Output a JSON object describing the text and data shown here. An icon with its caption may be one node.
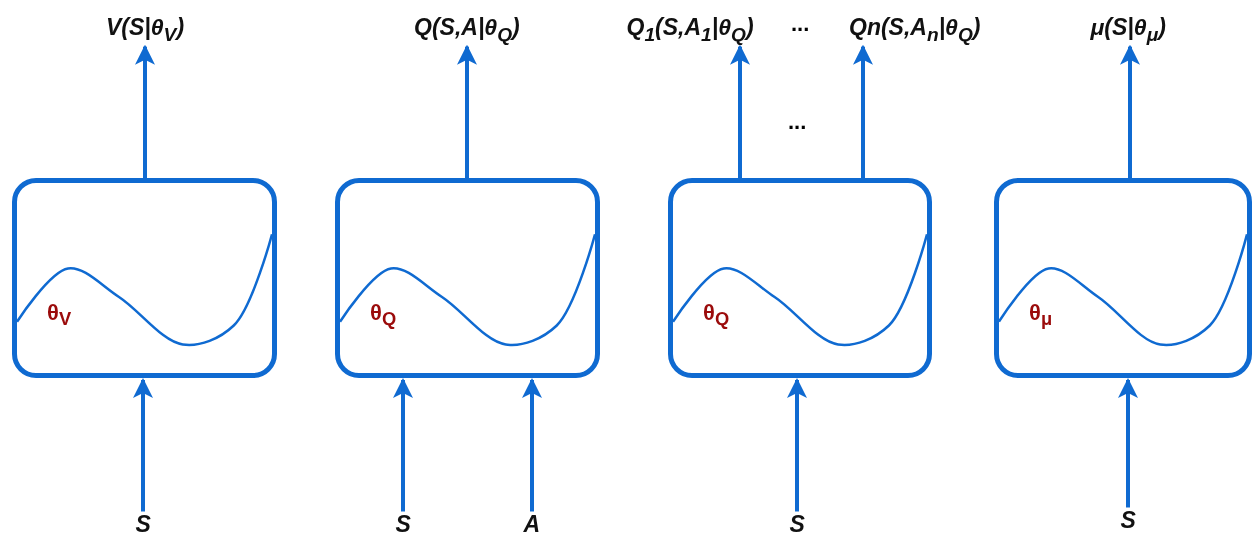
{
  "diagram": {
    "nodes": [
      {
        "text": [
          "θ$_{V}$"
        ]
      },
      {
        "text": [
          "θ$_{Q}$"
        ]
      },
      {
        "text": [
          "θ$_{Q}$"
        ]
      },
      {
        "text": [
          "θ$_{μ}$"
        ]
      },
      {
        "text": [
          "V(S|θ$_{V}$)"
        ]
      },
      {
        "text": [
          "Q(S,A|θ$_{Q}$)"
        ]
      },
      {
        "text": [
          "Q$_{1}$(S,A$_{1}$|θ$_{Q}$)"
        ]
      },
      {
        "text": [
          "Qn(S,A$_{n}$|θ$_{Q}$)"
        ]
      },
      {
        "text": [
          "μ(S|θ$_{μ}$)"
        ]
      },
      {
        "text": [
          "S"
        ]
      },
      {
        "text": [
          "S"
        ]
      },
      {
        "text": [
          "A"
        ]
      },
      {
        "text": [
          "S"
        ]
      },
      {
        "text": [
          "S"
        ]
      }
    ],
    "edges": [
      {
        "from": 0,
        "to": 4,
        "arrow": "to"
      },
      {
        "from": 1,
        "to": 5,
        "arrow": "to"
      },
      {
        "from": 2,
        "to": 6,
        "arrow": "to"
      },
      {
        "from": 2,
        "to": 7,
        "arrow": "to"
      },
      {
        "from": 3,
        "to": 8,
        "arrow": "to"
      },
      {
        "from": 9,
        "to": 0,
        "arrow": "to"
      },
      {
        "from": 10,
        "to": 1,
        "arrow": "to"
      },
      {
        "from": 11,
        "to": 1,
        "arrow": "to"
      },
      {
        "from": 12,
        "to": 2,
        "arrow": "to"
      },
      {
        "from": 13,
        "to": 3,
        "arrow": "to"
      }
    ],
    "labels": [
      "...",
      "..."
    ]
  }
}
